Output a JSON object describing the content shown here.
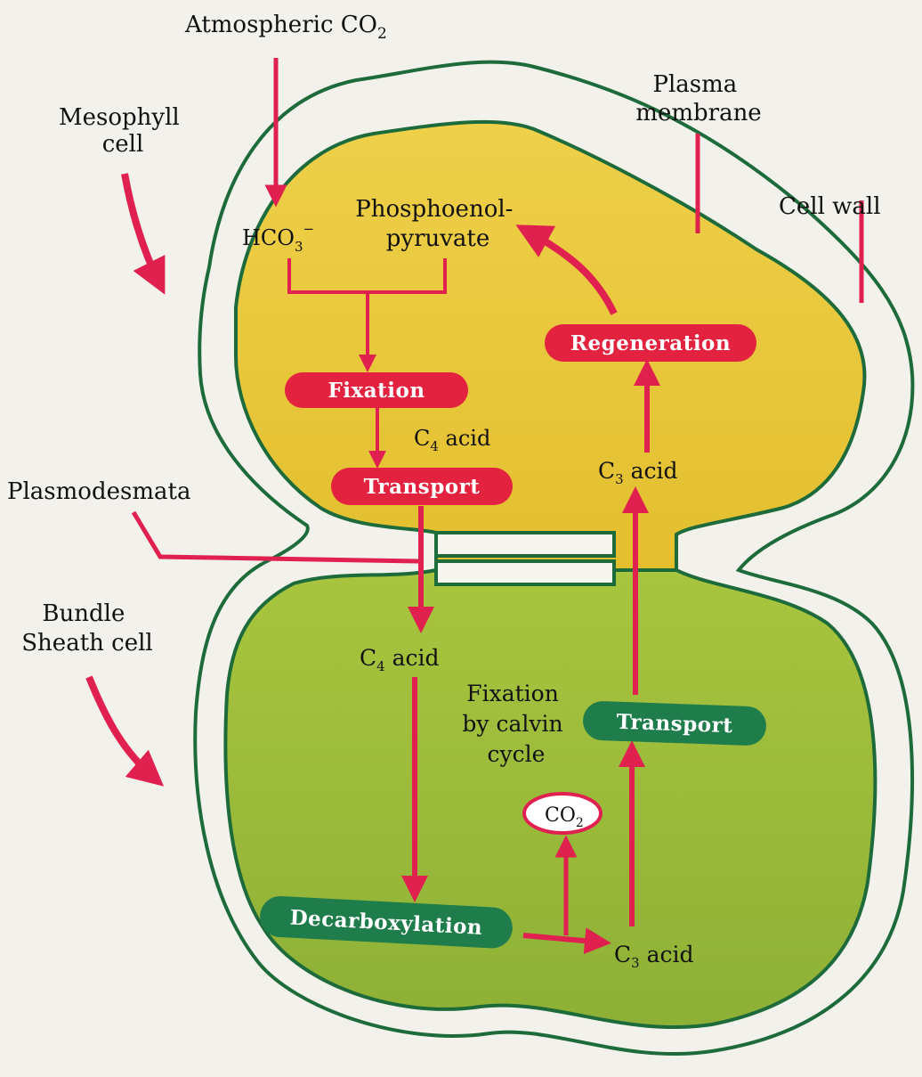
{
  "labels": {
    "atmospheric_co2": "Atmospheric CO",
    "atmospheric_co2_sub": "2",
    "mesophyll_line1": "Mesophyll",
    "mesophyll_line2": "cell",
    "plasma_line1": "Plasma",
    "plasma_line2": "membrane",
    "cell_wall": "Cell wall",
    "hco3": "HCO",
    "hco3_sub": "3",
    "hco3_sup": "−",
    "pep_line1": "Phosphoenol-",
    "pep_line2": "pyruvate",
    "c4_acid_upper": "C",
    "c4_acid_upper_sub": "4",
    "c4_acid_upper_rest": " acid",
    "c3_acid_upper": "C",
    "c3_acid_upper_sub": "3",
    "c3_acid_upper_rest": " acid",
    "plasmodesmata": "Plasmodesmata",
    "bundle_line1": "Bundle",
    "bundle_line2": "Sheath cell",
    "c4_acid_lower": "C",
    "c4_acid_lower_sub": "4",
    "c4_acid_lower_rest": " acid",
    "calvin_line1": "Fixation",
    "calvin_line2": "by calvin",
    "calvin_line3": "cycle",
    "co2_bubble": "CO",
    "co2_bubble_sub": "2",
    "c3_acid_lower": "C",
    "c3_acid_lower_sub": "3",
    "c3_acid_lower_rest": " acid"
  },
  "steps": {
    "fixation": "Fixation",
    "transport_upper": "Transport",
    "regeneration": "Regeneration",
    "transport_lower": "Transport",
    "decarboxylation": "Decarboxylation"
  },
  "colors": {
    "arrow": "#e0214f",
    "red_pill": "#e3223f",
    "green_pill": "#1f7d4c",
    "membrane": "#1d6b3a",
    "mesophyll_fill": "#ecc73a",
    "bundle_fill": "#9bbd3a"
  }
}
